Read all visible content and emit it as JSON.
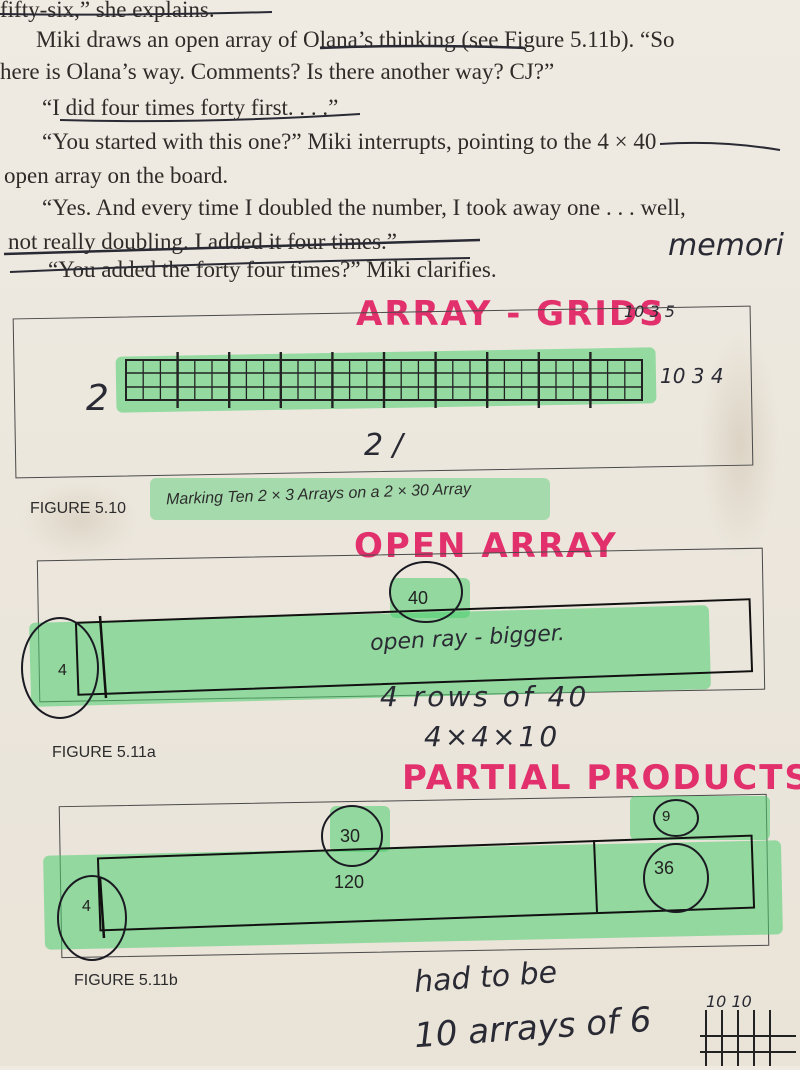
{
  "book_text": {
    "line1": "fifty-six,” she explains.",
    "line2": "Miki draws an open array of Olana’s thinking (see Figure 5.11b). “So",
    "line3": "here is Olana’s way. Comments? Is there another way? CJ?”",
    "line4": "“I did four times forty first. . . .”",
    "line5": "“You started with this one?” Miki interrupts, pointing to the 4 × 40",
    "line6": "open array on the board.",
    "line7": "“Yes. And every time I doubled the number, I took away one . . . well,",
    "line8": "not really doubling. I added it four times.”",
    "line9": "“You added the forty four times?” Miki clarifies."
  },
  "handwriting": {
    "margin_memori": "memori",
    "heading_grid": "ARRAY - GRIDS",
    "grid_side_label": "2",
    "grid_bottom_label": "2 /",
    "grid_right_label": "10 3 4",
    "grid_corner_label": "10 3 5",
    "heading_open": "OPEN ARRAY",
    "open_note": "open ray - bigger.",
    "rows_note": "4 rows of 40",
    "mult_note": "4×4×10",
    "heading_partial": "PARTIAL PRODUCTS",
    "bottom_note_1": "had to be",
    "bottom_note_2": "10 arrays of 6",
    "corner_tally": "10 10"
  },
  "figures": {
    "fig_510_caption_number": "FIGURE 5.10",
    "fig_510_caption_text": "Marking Ten 2 × 3 Arrays on a 2 × 30 Array",
    "fig_511a_caption": "FIGURE 5.11a",
    "fig_511a_top": "40",
    "fig_511a_side": "4",
    "fig_511b_caption": "FIGURE 5.11b",
    "fig_511b_top_left": "30",
    "fig_511b_top_right": "9",
    "fig_511b_side": "4",
    "fig_511b_cell_left": "120",
    "fig_511b_cell_right": "36"
  },
  "colors": {
    "highlighter": "#4bcd6e",
    "red_marker": "#e1306c",
    "ink": "#2a2a34"
  }
}
